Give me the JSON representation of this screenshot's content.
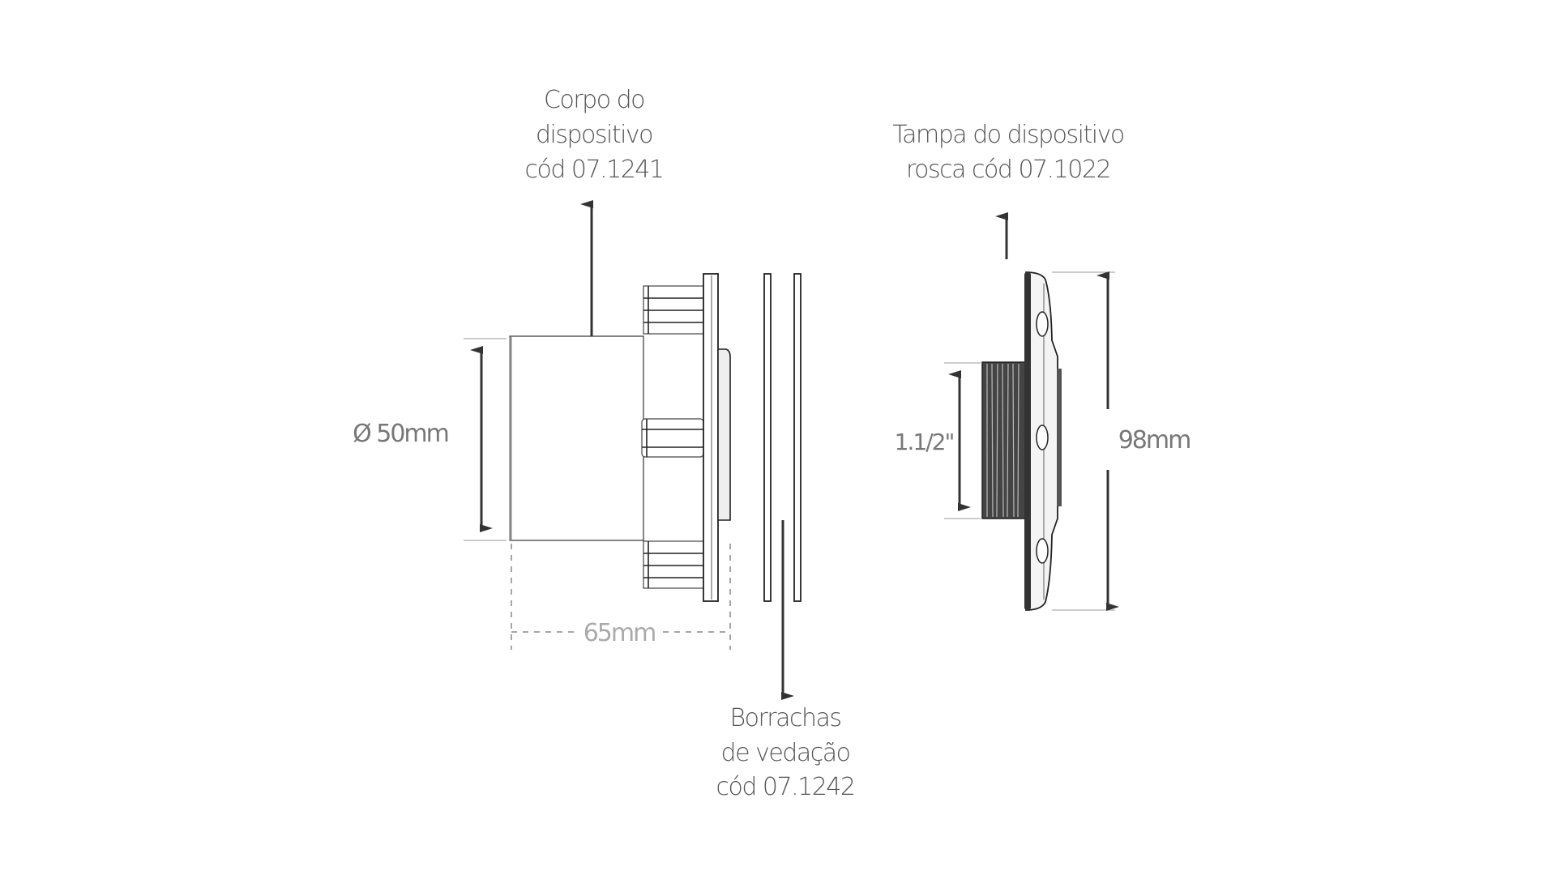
{
  "labels": {
    "body": [
      "Corpo do",
      "dispositivo",
      "cód 07.1241"
    ],
    "cap": [
      "Tampa do dispositivo",
      "rosca cód 07.1022"
    ],
    "gaskets": [
      "Borrachas",
      "de vedação",
      "cód 07.1242"
    ]
  },
  "dimensions": {
    "body_diameter": "Ø 50mm",
    "body_length": "65mm",
    "thread": "1.1/2\"",
    "cap_diameter": "98mm"
  },
  "colors": {
    "line": "#222222",
    "text": "#555555"
  }
}
